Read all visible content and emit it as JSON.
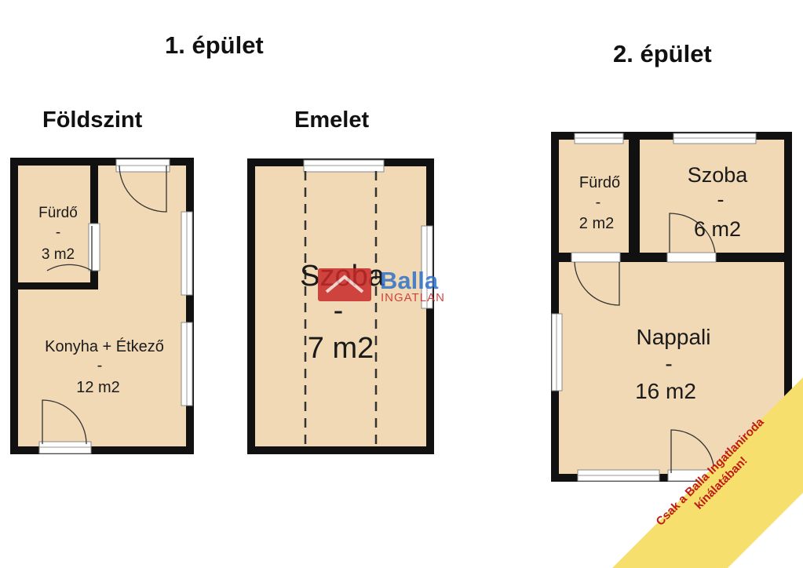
{
  "buildings": {
    "b1": {
      "title": "1. épület"
    },
    "b2": {
      "title": "2. épület"
    }
  },
  "floors": {
    "ground": "Földszint",
    "upper": "Emelet"
  },
  "rooms": {
    "b1_bath": {
      "name": "Fürdő",
      "sep": "-",
      "area": "3 m2"
    },
    "b1_kitchen": {
      "name": "Konyha + Étkező",
      "sep": "-",
      "area": "12 m2"
    },
    "b1_upper_room": {
      "name": "Szoba",
      "sep": "-",
      "area": "7 m2"
    },
    "b2_bath": {
      "name": "Fürdő",
      "sep": "-",
      "area": "2 m2"
    },
    "b2_room": {
      "name": "Szoba",
      "sep": "-",
      "area": "6 m2"
    },
    "b2_living": {
      "name": "Nappali",
      "sep": "-",
      "area": "16 m2"
    }
  },
  "watermark": {
    "brand": "Balla",
    "sub": "INGATLAN"
  },
  "banner": {
    "line1": "Csak a Balla Ingatlaniroda",
    "line2": "kínálatában!"
  },
  "colors": {
    "floor": "#f1d9b6",
    "wall": "#111111",
    "window": "#ffffff",
    "watermark_logo": "#c82a28",
    "watermark_text": "#2d72c8",
    "banner_bg": "#f6df6c",
    "banner_text": "#c01818"
  }
}
